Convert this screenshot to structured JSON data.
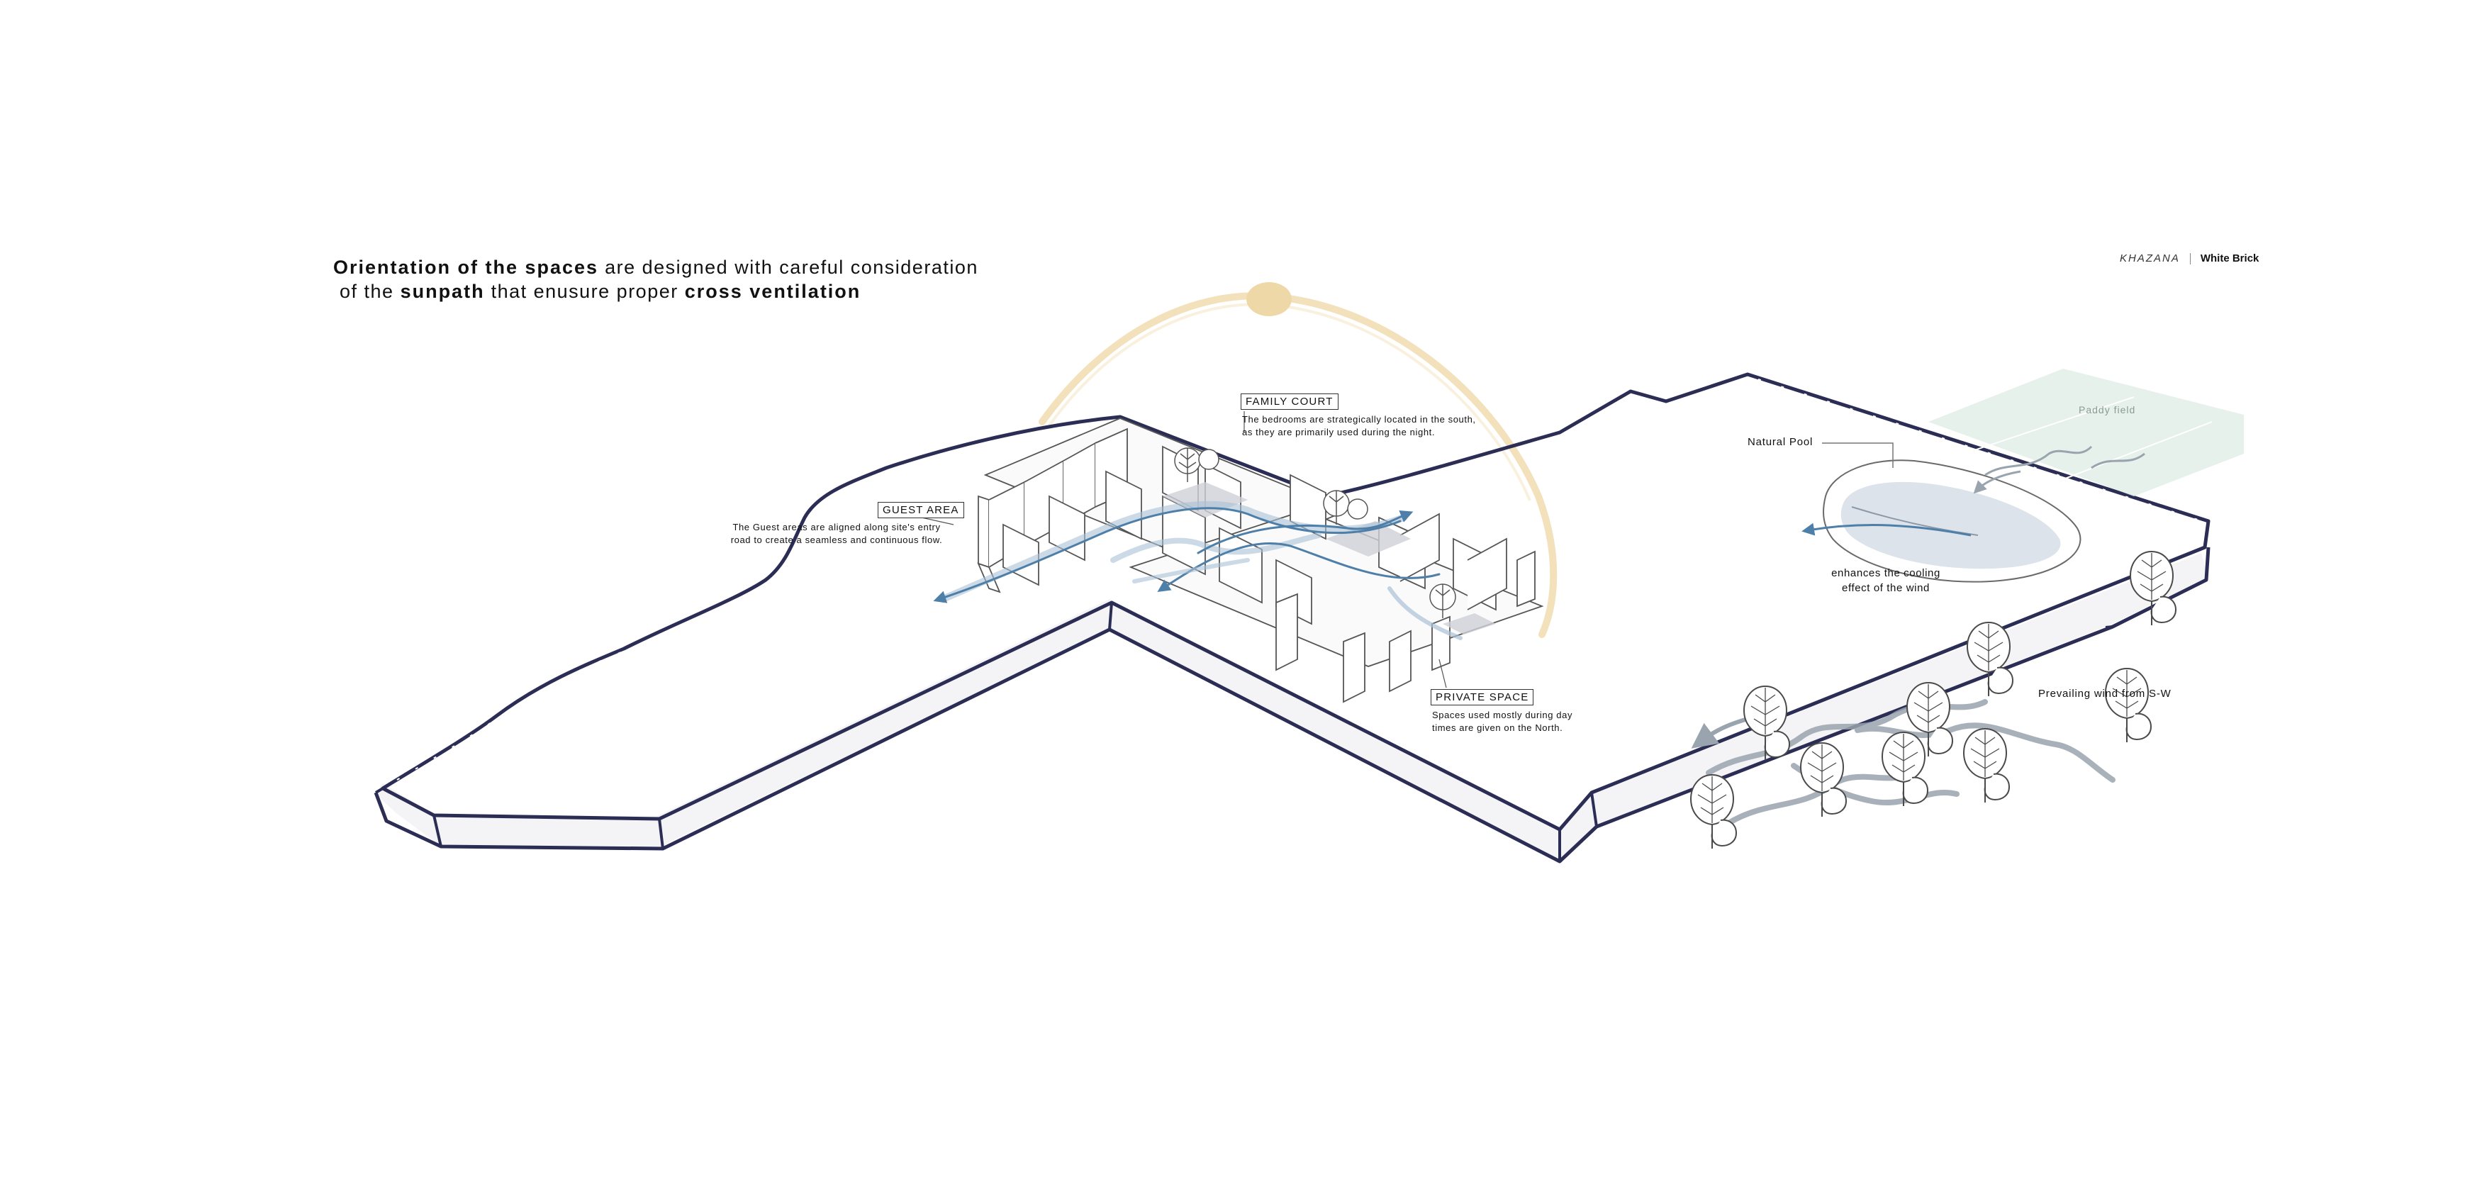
{
  "header": {
    "line1_bold_a": "Orientation of the spaces",
    "line1_rest": " are designed with careful consideration",
    "line2_pre": " of the ",
    "line2_bold_b": "sunpath",
    "line2_mid": " that enusure proper ",
    "line2_bold_c": "cross ventilation"
  },
  "brand": {
    "project": "KHAZANA",
    "firm": "White Brick"
  },
  "labels": {
    "family_court": {
      "title": "FAMILY COURT",
      "line1": "The bedrooms are strategically located in the south,",
      "line2": "as they are primarily used during the night."
    },
    "guest_area": {
      "title": "GUEST AREA",
      "line1": "The Guest areas are aligned along site's entry",
      "line2": "road to create a seamless and continuous flow."
    },
    "private_space": {
      "title": "PRIVATE SPACE",
      "line1": "Spaces used mostly during day",
      "line2": "times are given on the North."
    },
    "natural_pool": "Natural Pool",
    "cooling_line1": "enhances the cooling",
    "cooling_line2": "effect of the wind",
    "prevailing_wind": "Prevailing wind from S-W",
    "paddy_field": "Paddy field"
  },
  "colors": {
    "site_outline": "#2b2d55",
    "site_edge_fill": "#f4f4f7",
    "sun": "#efd8a8",
    "sun_path": "#f0dcae",
    "wind": "#4e7fa8",
    "wind_light": "#a9c1d6",
    "pool": "#dde3ea",
    "paddy": "#e2efe9",
    "wall": "#555555",
    "tree": "#4a4a4a",
    "grey_wind": "#9aa4ae"
  }
}
